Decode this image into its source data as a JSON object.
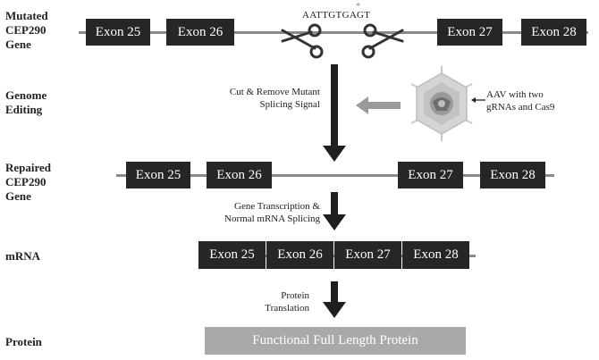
{
  "rows": {
    "mutated": "Mutated\nCEP290\nGene",
    "editing": "Genome\nEditing",
    "repaired": "Repaired\nCEP290\nGene",
    "mrna": "mRNA",
    "protein": "Protein"
  },
  "exons": {
    "e25": "Exon 25",
    "e26": "Exon 26",
    "e27": "Exon 27",
    "e28": "Exon 28"
  },
  "sequence": "AATTGTGAGT",
  "notes": {
    "cut": "Cut & Remove Mutant\nSplicing Signal",
    "transcription": "Gene Transcription &\nNormal mRNA Splicing",
    "translation": "Protein\nTranslation",
    "aav": "AAV with two\ngRNAs and Cas9"
  },
  "protein_bar": "Functional Full Length Protein",
  "colors": {
    "exon": "#262626",
    "line": "#8a8a8a",
    "arrow": "#1f1f1f",
    "protein": "#a9a9a9",
    "side_arrow": "#9a9a9a"
  }
}
